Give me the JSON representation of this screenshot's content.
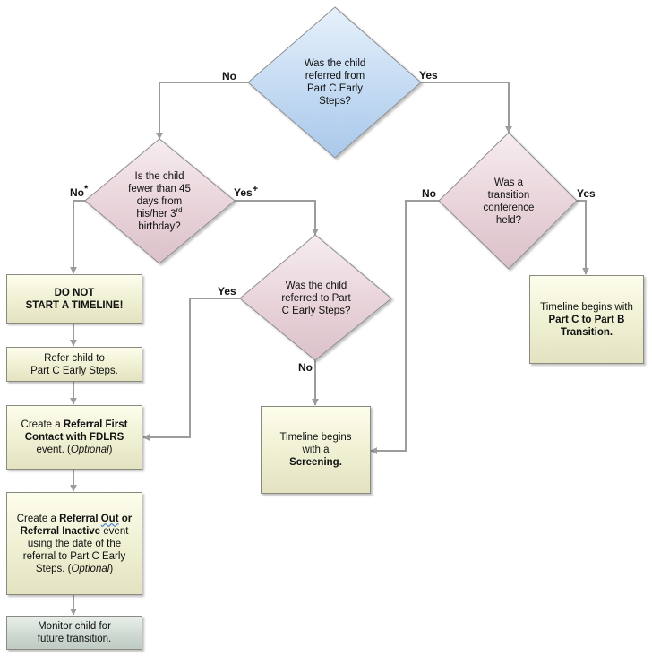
{
  "decisions": {
    "referred_from_part_c": {
      "l1": "Was the child",
      "l2": "referred from",
      "l3": "Part C Early",
      "l4": "Steps?"
    },
    "fewer_than_45_days": {
      "l1": "Is the child",
      "l2": "fewer than 45",
      "l3": "days from",
      "l4a": "his/her 3",
      "l4sup": "rd",
      "l5": "birthday?"
    },
    "transition_conference": {
      "l1": "Was a",
      "l2": "transition",
      "l3": "conference",
      "l4": "held?"
    },
    "referred_to_part_c": {
      "l1": "Was the child",
      "l2": "referred to Part",
      "l3": "C Early Steps?"
    }
  },
  "labels": {
    "no": "No",
    "yes": "Yes",
    "asterisk": "*",
    "plus": "+"
  },
  "boxes": {
    "do_not_start": {
      "l1": "DO NOT",
      "l2": "START A TIMELINE!"
    },
    "refer_child": {
      "l1": "Refer child to",
      "l2": "Part C Early Steps."
    },
    "referral_first_contact": {
      "t1": "Create a ",
      "t2": "Referral First",
      "t3": "Contact with FDLRS",
      "t4": "event. (",
      "t5": "Optional",
      "t6": ")"
    },
    "referral_out": {
      "t1": "Create a ",
      "t2": "Referral ",
      "t3": "Out",
      "t4": " or",
      "t5": "Referral Inactive",
      "t6": " event",
      "t7": "using the date of the",
      "t8": "referral to Part C Early",
      "t9": "Steps. (",
      "t10": "Optional",
      "t11": ")"
    },
    "monitor_child": {
      "l1": "Monitor child for",
      "l2": "future transition."
    },
    "timeline_screening": {
      "l1": "Timeline begins",
      "l2": "with a",
      "l3": "Screening",
      "l4": "."
    },
    "timeline_transition": {
      "l1": "Timeline begins with",
      "l2": "Part C to Part B",
      "l3": "Transition."
    }
  },
  "colors": {
    "decision_blue": "#c8def4",
    "decision_pink": "#ead6dc",
    "box_yellow": "#f3f3da",
    "box_gray": "#cdd8d0",
    "connector": "#9c9c9c"
  }
}
